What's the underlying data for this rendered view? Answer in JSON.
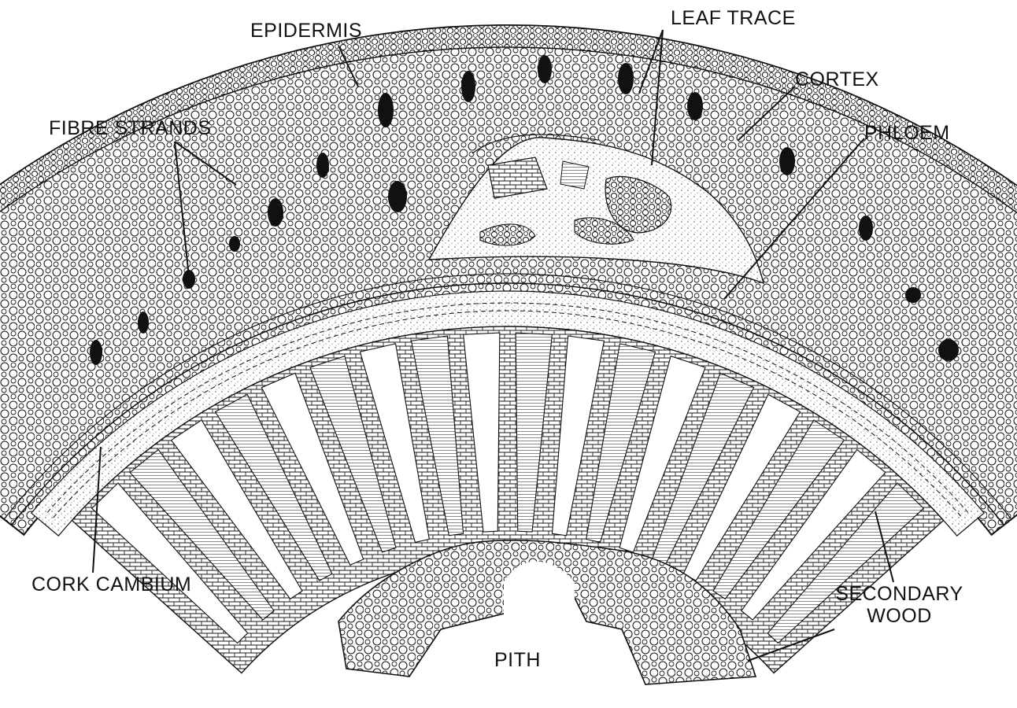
{
  "labels": {
    "epidermis": "EPIDERMIS",
    "leaf_trace": "LEAF TRACE",
    "cortex": "CORTEX",
    "fibre_strands": "FIBRE  STRANDS",
    "phloem": "PHLOEM",
    "cork_cambium": "CORK CAMBIUM",
    "secondary_wood_line1": "SECONDARY",
    "secondary_wood_line2": "WOOD",
    "pith": "PITH"
  },
  "colors": {
    "ink": "#111111",
    "background": "#ffffff",
    "stipple": "#f2f2f2"
  }
}
